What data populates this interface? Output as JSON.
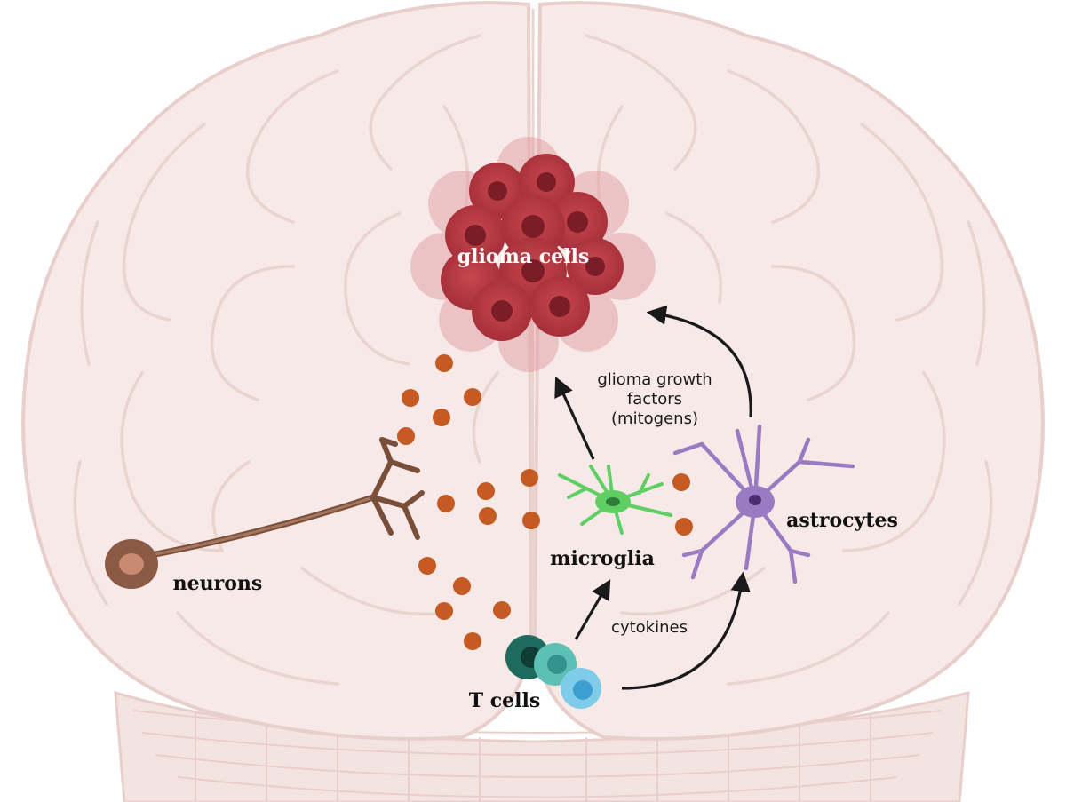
{
  "labels": {
    "glioma": "glioma cells",
    "neurons": "neurons",
    "microglia": "microglia",
    "astrocytes": "astrocytes",
    "tcells": "T cells",
    "growth_line1": "glioma growth",
    "growth_line2": "factors",
    "growth_line3": "(mitogens)",
    "cytokines": "cytokines"
  },
  "colors": {
    "brain_fill": "#f6e9e7",
    "brain_line": "#e8cfcb",
    "glioma_dark": "#b3343f",
    "glioma_light": "#e8a3a8",
    "neuron": "#7a4f3a",
    "microglia": "#5fcf64",
    "astrocyte": "#9a7bc3",
    "tcell_dark": "#1f6b5e",
    "tcell_mid": "#5dbfb6",
    "tcell_light": "#7fcbea",
    "dots": "#c55a22",
    "arrow": "#1a1a1a"
  },
  "icons": {
    "arrow_head": "arrow-icon"
  }
}
